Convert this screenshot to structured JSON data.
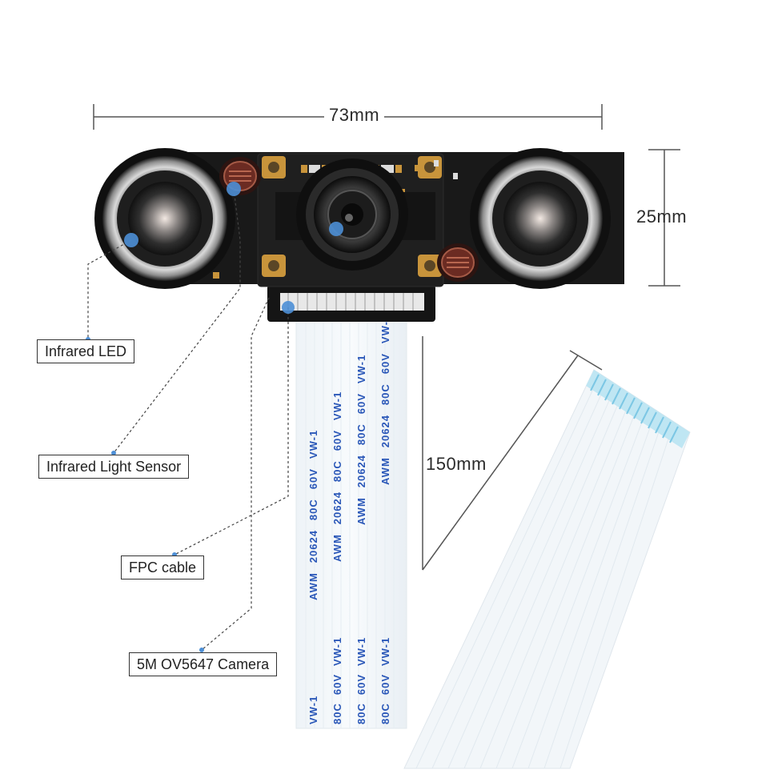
{
  "dimensions": {
    "width": "73mm",
    "height": "25mm",
    "cable_length": "150mm"
  },
  "callouts": {
    "infrared_led": "Infrared LED",
    "infrared_light_sensor": "Infrared Light Sensor",
    "fpc_cable": "FPC cable",
    "camera": "5M OV5647 Camera"
  },
  "cable_print": {
    "rating": "VW-1",
    "voltage": "60V",
    "temperature": "80C",
    "part_number": "20624",
    "standard": "AWM"
  },
  "colors": {
    "marker_dot": "#4d8fd6",
    "cable_print": "#2a57b8",
    "pcb": "#1b1b1b",
    "fpc_stripes": "#9fd8ee"
  }
}
